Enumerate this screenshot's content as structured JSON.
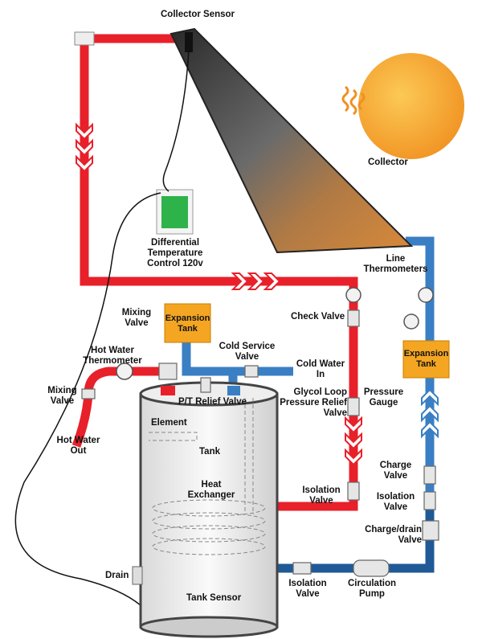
{
  "colors": {
    "hot_pipe": "#e8202a",
    "cold_pipe": "#3a7fc4",
    "dark_pipe": "#1f5a96",
    "expansion_tank": "#f4a623",
    "control_display": "#2db34a",
    "sun": "#f6a52a"
  },
  "labels": {
    "collector_sensor": "Collector Sensor",
    "collector": "Collector",
    "differential_control": "Differential Temperature Control 120v",
    "line_thermometers": "Line Thermometers",
    "check_valve": "Check Valve",
    "expansion_tank_left": "Expansion Tank",
    "expansion_tank_right": "Expansion Tank",
    "pressure_gauge": "Pressure Gauge",
    "mixing_valve_top": "Mixing Valve",
    "hot_water_thermometer": "Hot Water Thermometer",
    "cold_service_valve": "Cold Service Valve",
    "cold_water_in": "Cold Water In",
    "mixing_valve_left": "Mixing Valve",
    "pt_relief_valve": "P/T Relief Valve",
    "glycol_relief": "Glycol Loop Pressure Relief Valve",
    "hot_water_out": "Hot Water Out",
    "element": "Element",
    "tank": "Tank",
    "heat_exchanger": "Heat Exchanger",
    "charge_valve": "Charge Valve",
    "isolation_valve_right": "Isolation Valve",
    "isolation_valve_mid": "Isolation Valve",
    "charge_drain_valve": "Charge/drain Valve",
    "drain": "Drain",
    "isolation_valve_bottom": "Isolation Valve",
    "circulation_pump": "Circulation Pump",
    "tank_sensor": "Tank Sensor"
  }
}
